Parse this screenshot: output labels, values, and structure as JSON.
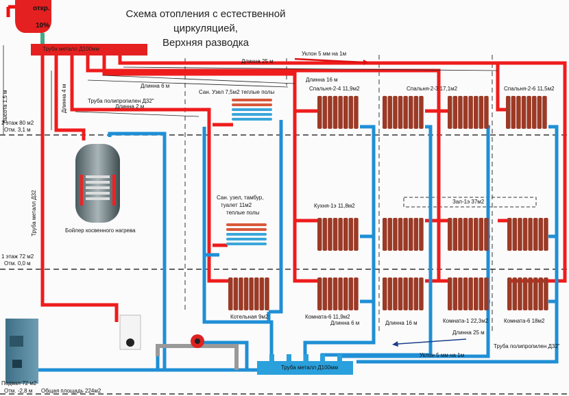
{
  "title": {
    "line1": "Схема отопления с естественной",
    "line2": "циркуляцией,",
    "line3": "Верхняя разводка"
  },
  "tank": {
    "label_open": "откр.",
    "label_percent": "10%"
  },
  "top_header_label": "Труба металл Д100мм",
  "bottom_manifold_label": "Труба металл Д100мм",
  "labels": {
    "height": "Высота 1,5 м",
    "floor2": "2 этаж 80 м2",
    "floor2_mark": "Отм. 3,1 м",
    "floor1": "1 этаж 72 м2",
    "floor1_mark": "Отм. 0,0 м",
    "basement": "Подвал 72 м2",
    "basement_mark": "Отм. -2,8 м",
    "total_area": "Общая площадь 224м2",
    "riser_pipe": "Труба металл Д32",
    "length_4": "Длинна 4 м",
    "pp_pipe_top": "Труба полипропилен Д32\"",
    "length_2": "Длинна 2 м",
    "length_6_top": "Длинна 6 м",
    "length_25_top": "Длинна 25 м",
    "length_16_top": "Длинна 16 м",
    "slope_top": "Уклон 5 мм на 1м",
    "boiler_indirect": "Бойлер косвенного нагрева",
    "length_6_bottom": "Длинна 6 м",
    "length_16_bottom": "Длинна 16 м",
    "length_25_bottom": "Длинна 25 м",
    "pp_pipe_bottom": "Труба полипропилен Д32\"",
    "slope_bottom": "Уклон 5 мм на 1м"
  },
  "rooms": {
    "san_uzel_2": "Сан. Узел 7,5м2 теплые полы",
    "san_uzel_1_l1": "Сан. узел, тамбур,",
    "san_uzel_1_l2": "туалет 11м2",
    "san_uzel_1_l3": "теплые полы",
    "bedroom_2_4": "Спальня-2-4   11,9м2",
    "bedroom_2_3": "Спальня-2-3   17,1м2",
    "bedroom_2_6": "Спальня-2-6   11,5м2",
    "kitchen": "Кухня-1э   11,8м2",
    "hall": "Зал-1э   37м2",
    "boiler_room": "Котельная 9м2",
    "room_6a": "Комната-6 11,9м2",
    "room_1": "Комната-1 22,3м2",
    "room_6b": "Комната-6 18м2"
  },
  "colors": {
    "hot": "#ee1c1c",
    "cold": "#1f8fd6",
    "radiator": "#9b3a26",
    "manifold": "#2aa0dc"
  }
}
